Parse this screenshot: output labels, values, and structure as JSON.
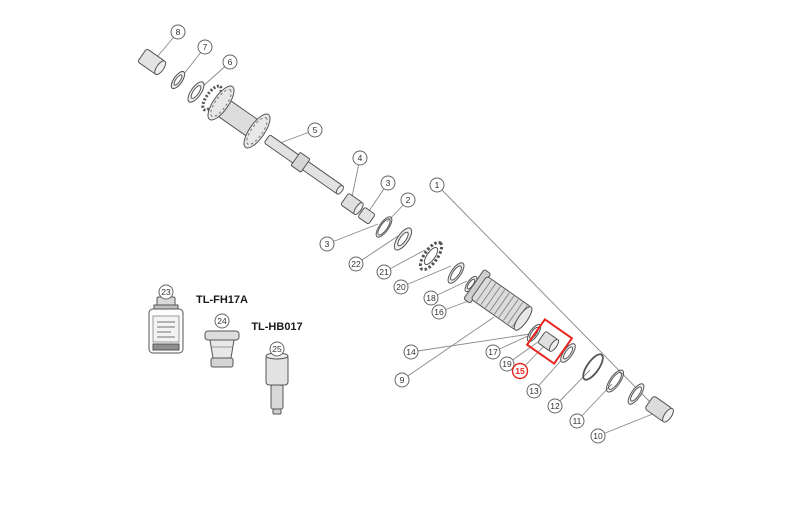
{
  "page": {
    "background_color": "#ffffff"
  },
  "diagram": {
    "type": "exploded-parts-diagram",
    "callouts": [
      "8",
      "7",
      "6",
      "5",
      "4",
      "3",
      "2",
      "1",
      "3",
      "22",
      "21",
      "20",
      "18",
      "16",
      "14",
      "9",
      "17",
      "19",
      "15",
      "13",
      "12",
      "11",
      "10",
      "23",
      "24",
      "25"
    ],
    "highlighted_callout": "15",
    "colors": {
      "highlight": "#e8251f",
      "line": "#8a8a8a",
      "part_stroke": "#555555"
    },
    "tool_labels": [
      "TL-FH17A",
      "TL-HB017"
    ]
  }
}
